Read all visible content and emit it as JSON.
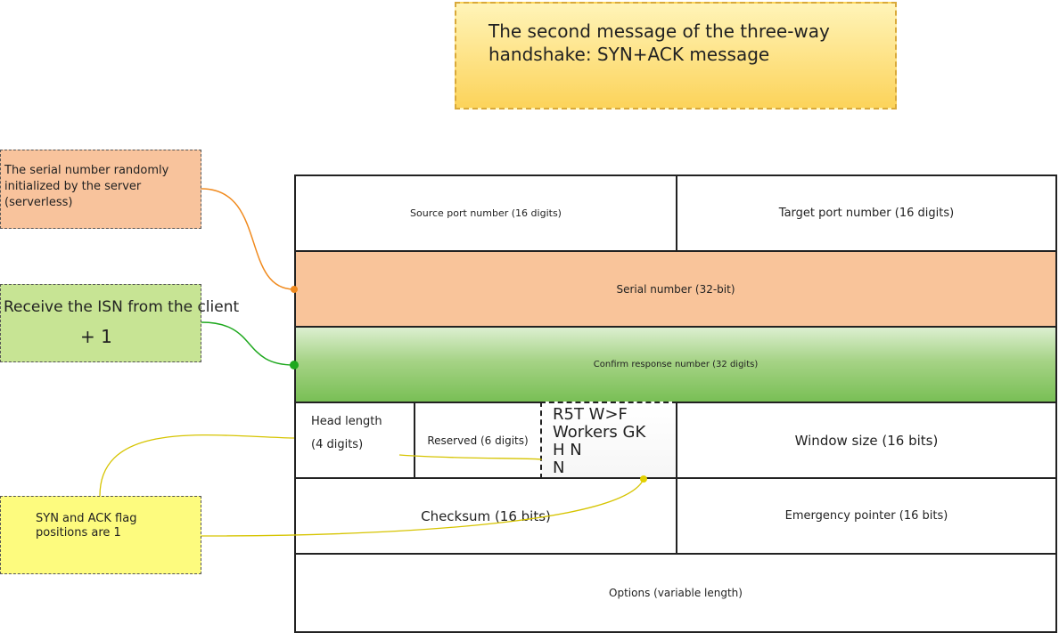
{
  "title": "The second message of the three-way handshake: SYN+ACK message",
  "notes": {
    "serial": "The serial number randomly initialized by the server (serverless)",
    "isn_line1": "Receive the ISN from the client",
    "isn_line2": "+ 1",
    "syn_ack": "SYN and ACK flag positions are 1"
  },
  "fields": {
    "source_port": "Source port number (16 digits)",
    "target_port": "Target port number (16 digits)",
    "serial_number": "Serial number (32-bit)",
    "confirm_number": "Confirm response number (32 digits)",
    "head_length_1": "Head length",
    "head_length_2": "(4 digits)",
    "reserved": "Reserved (6 digits)",
    "flags": "R5T W>F\nWorkers GK\nH N\nN",
    "window_size": "Window size (16 bits)",
    "checksum": "Checksum (16 bits)",
    "emergency_pointer": "Emergency pointer (16 bits)",
    "options": "Options (variable length)"
  },
  "colors": {
    "title_note": "#fcd35a",
    "serial_note": "#f8c39c",
    "isn_note": "#c7e494",
    "syn_note": "#fdfb7e",
    "serial_row": "#f9c49a",
    "confirm_row": "#79bf55",
    "orange_connector": "#f08a1e",
    "green_connector": "#1ea81e",
    "yellow_connector": "#d6c400"
  }
}
